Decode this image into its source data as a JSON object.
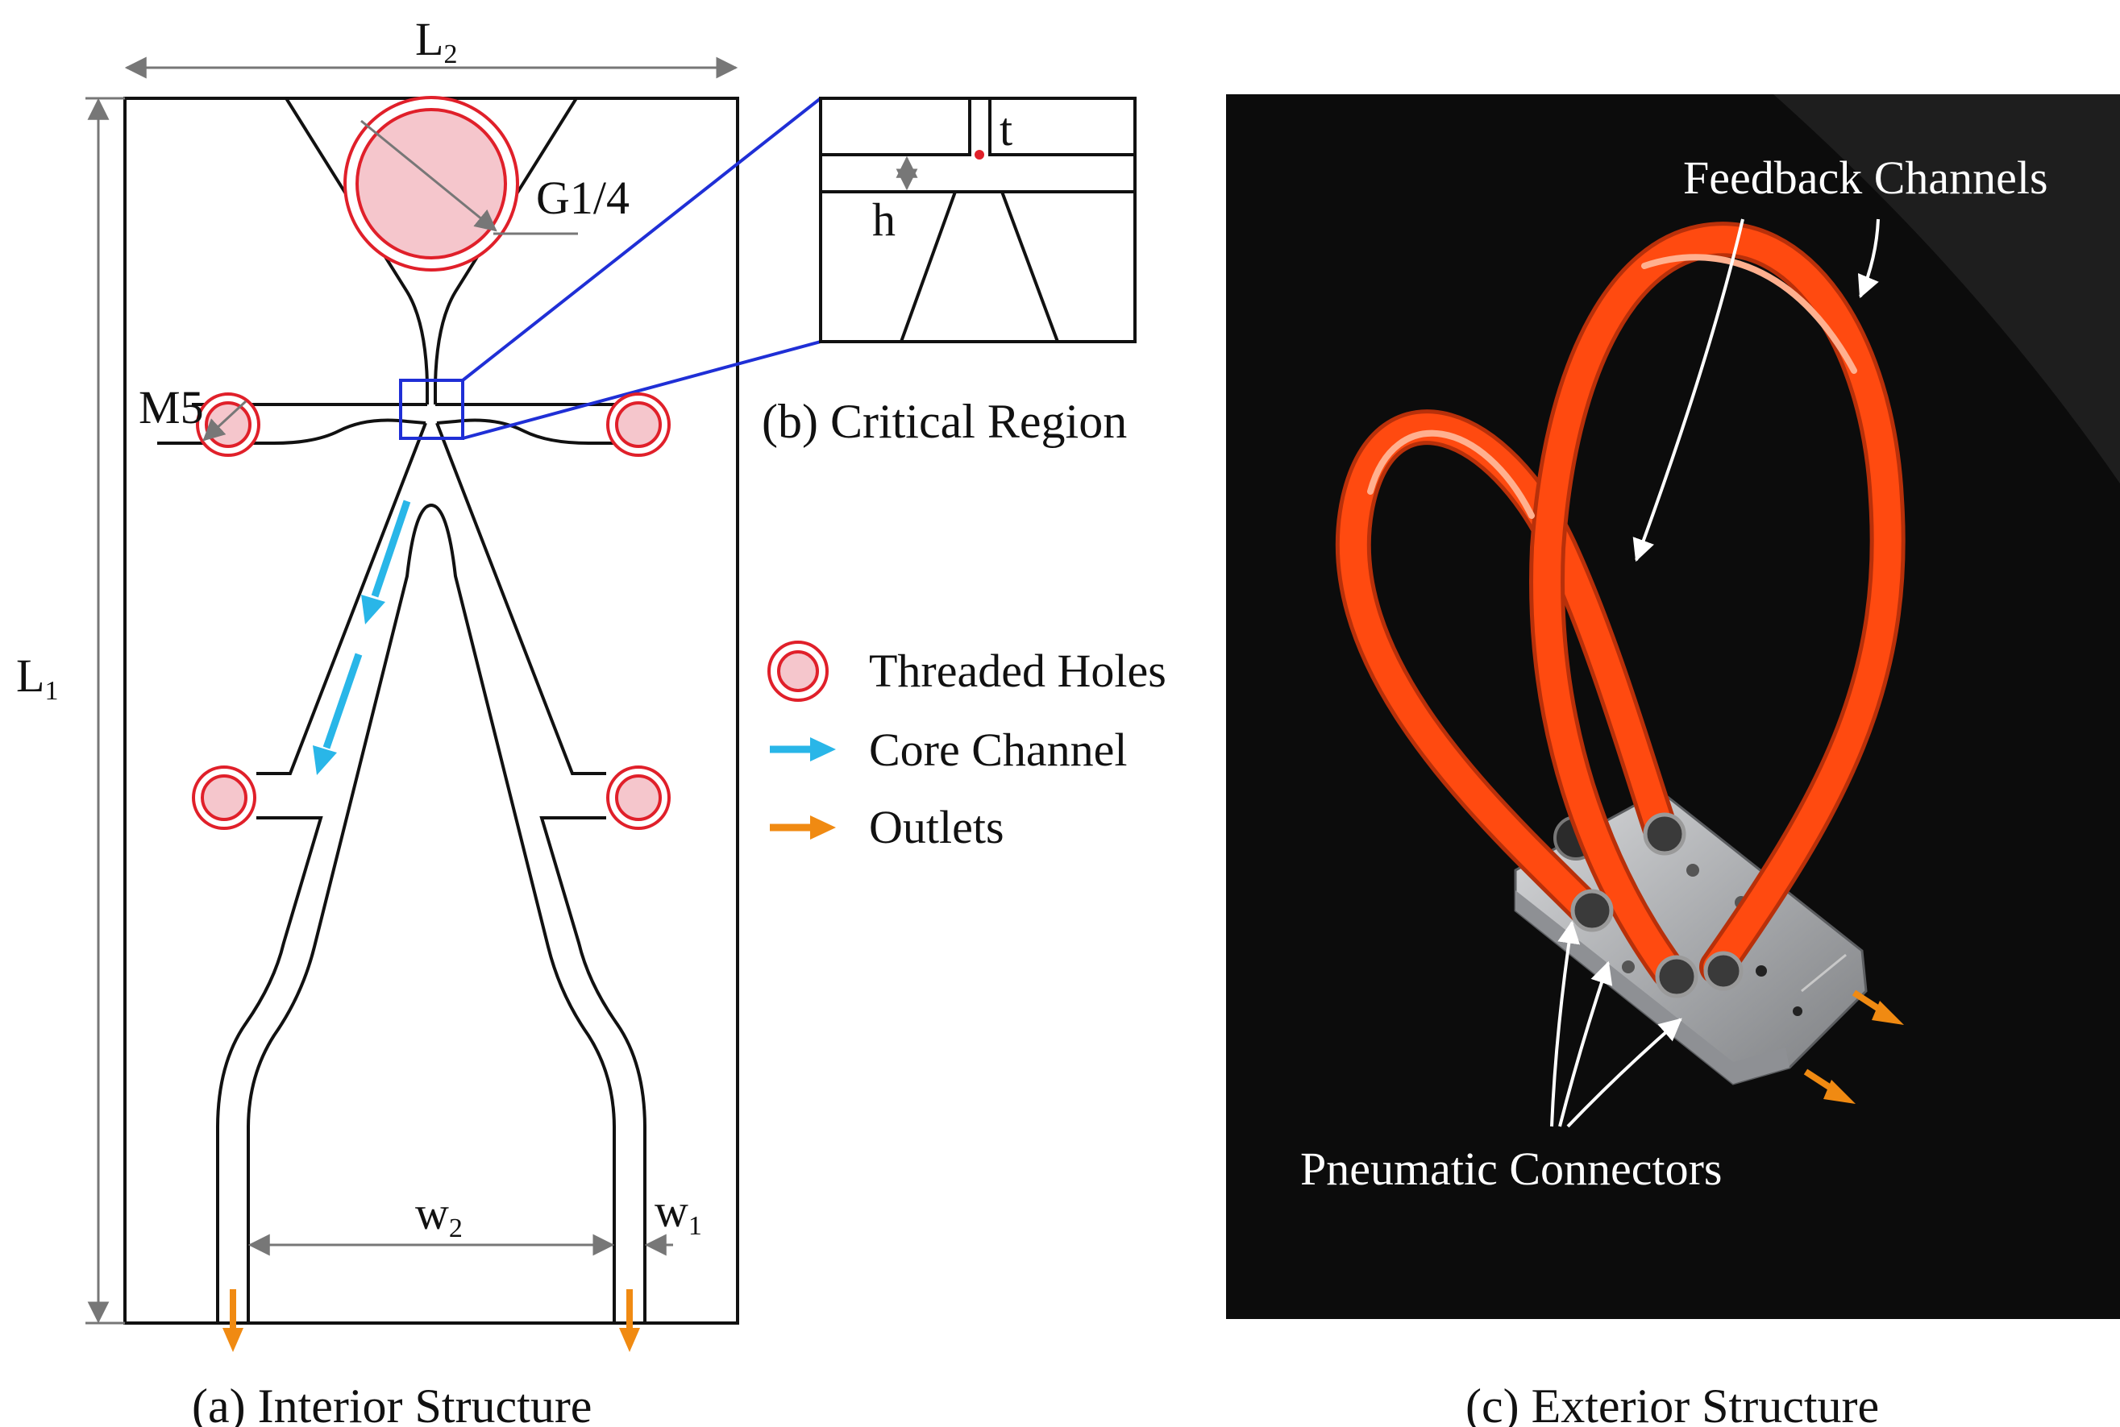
{
  "colors": {
    "line": "#111111",
    "dimension": "#777777",
    "hole_ring": "#e0202a",
    "hole_fill": "#f5c6cc",
    "core_arrow": "#29b6e8",
    "outlet_arrow": "#f08a12",
    "zoom_box": "#1f2fd6",
    "tube": "#ff4a10",
    "photo_bg": "#0c0c0c"
  },
  "panel_a": {
    "caption": "(a)  Interior Structure",
    "dim_l1": "L",
    "dim_l1_sub": "1",
    "dim_l2": "L",
    "dim_l2_sub": "2",
    "dim_w1": "w",
    "dim_w1_sub": "1",
    "dim_w2": "w",
    "dim_w2_sub": "2",
    "label_g14": "G1/4",
    "label_m5": "M5"
  },
  "panel_b": {
    "caption": "(b)  Critical Region",
    "label_t": "t",
    "label_h": "h"
  },
  "legend": [
    {
      "label": "Threaded Holes",
      "icon": "threaded-hole-icon"
    },
    {
      "label": "Core Channel",
      "icon": "cyan-arrow-icon"
    },
    {
      "label": "Outlets",
      "icon": "orange-arrow-icon"
    }
  ],
  "panel_c": {
    "caption": "(c)  Exterior Structure",
    "feedback_label": "Feedback Channels",
    "connector_label": "Pneumatic Connectors"
  }
}
